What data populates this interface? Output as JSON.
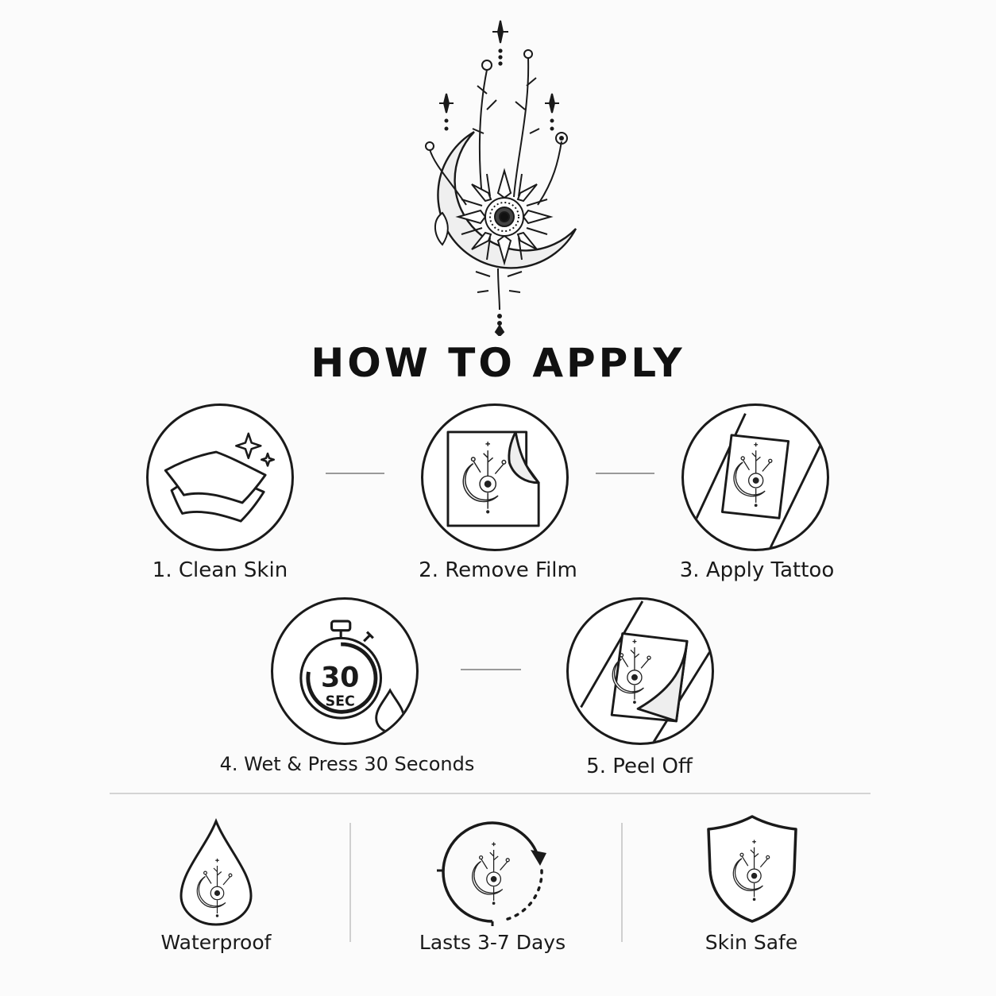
{
  "title": "HOW TO APPLY",
  "steps": [
    {
      "label": "1. Clean Skin",
      "icon": "cotton-pads-icon"
    },
    {
      "label": "2. Remove Film",
      "icon": "peeling-sheet-icon"
    },
    {
      "label": "3. Apply Tattoo",
      "icon": "tattoo-on-arm-icon"
    },
    {
      "label": "4. Wet & Press 30 Seconds",
      "icon": "stopwatch-icon",
      "timer_value": "30",
      "timer_unit": "SEC"
    },
    {
      "label": "5. Peel Off",
      "icon": "peel-off-icon"
    }
  ],
  "features": [
    {
      "label": "Waterproof",
      "icon": "water-drop-icon"
    },
    {
      "label": "Lasts 3-7 Days",
      "icon": "cycle-arrow-icon"
    },
    {
      "label": "Skin Safe",
      "icon": "shield-icon"
    }
  ],
  "colors": {
    "ink": "#1a1a1a",
    "background": "#fbfbfb",
    "connector": "#9a9a9a"
  }
}
